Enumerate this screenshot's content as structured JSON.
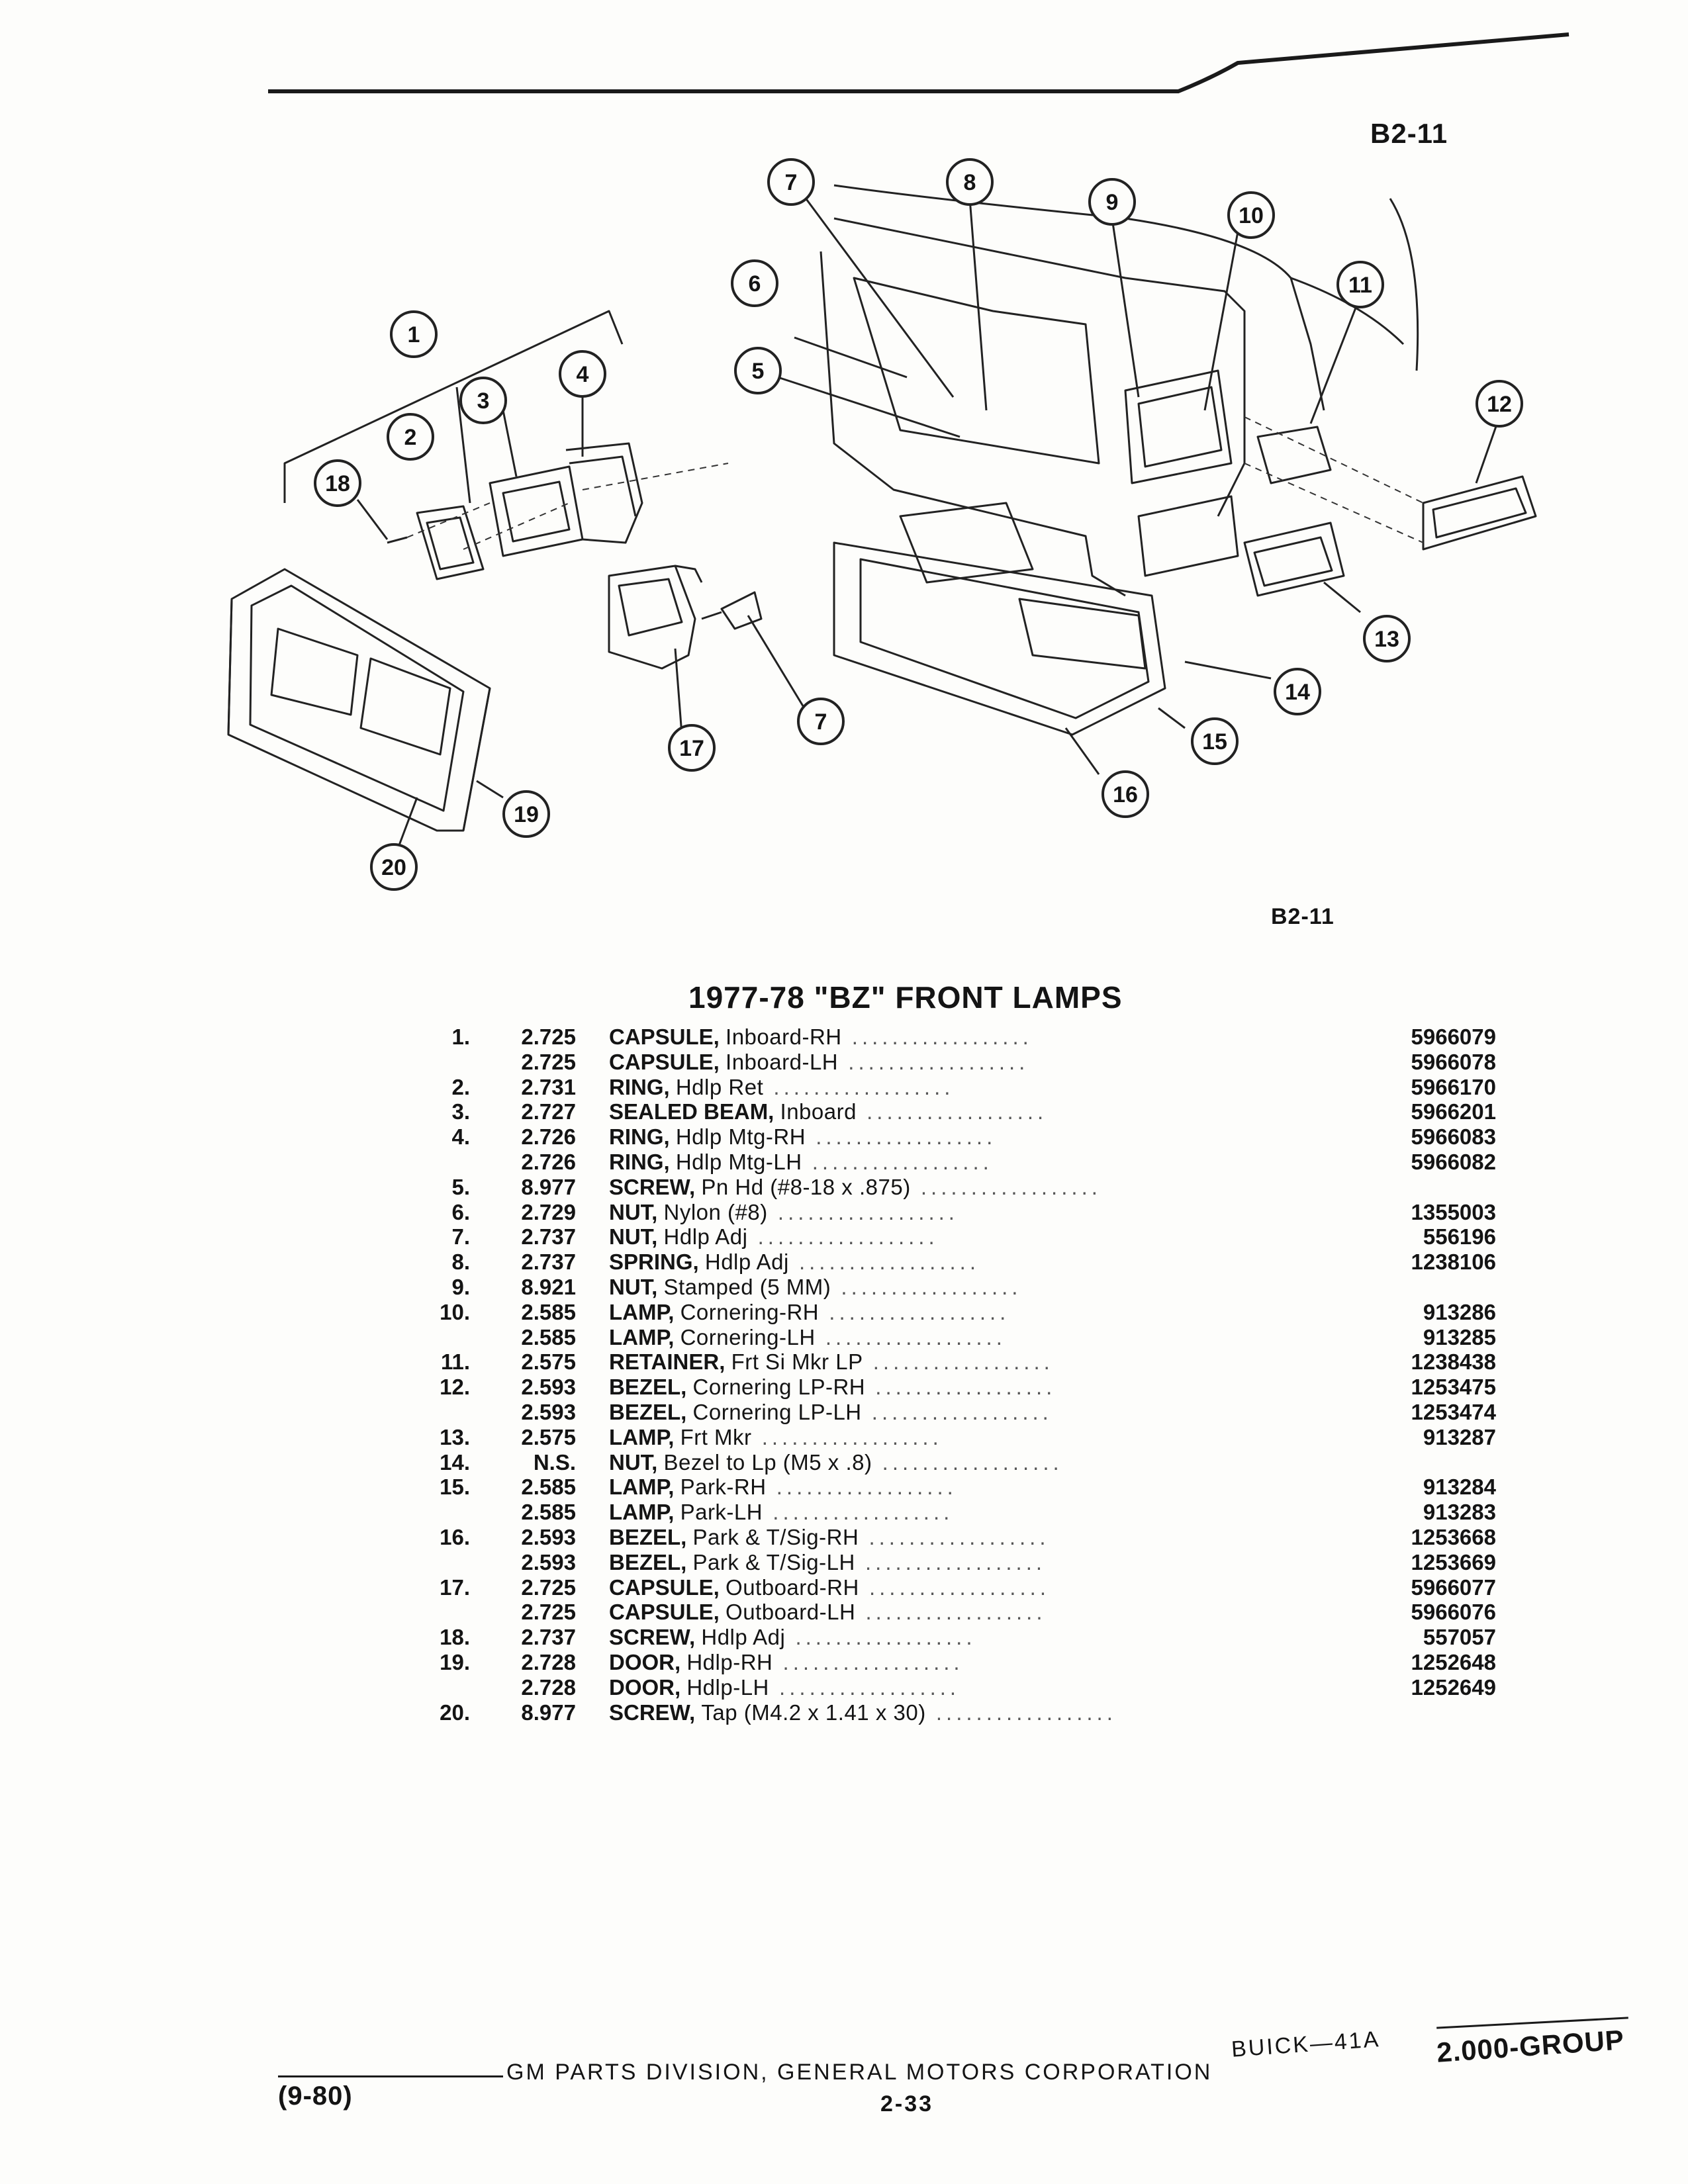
{
  "figure_ref_top": "B2-11",
  "figure_ref_bottom": "B2-11",
  "callouts": [
    "1",
    "2",
    "3",
    "4",
    "5",
    "6",
    "7",
    "8",
    "9",
    "10",
    "11",
    "12",
    "13",
    "14",
    "15",
    "16",
    "17",
    "18",
    "19",
    "20",
    "7"
  ],
  "section_title": "1977-78 \"BZ\" FRONT LAMPS",
  "parts": [
    {
      "num": "1.",
      "price": "2.725",
      "name": "CAPSULE,",
      "desc": "Inboard-RH",
      "pn": "5966079"
    },
    {
      "num": "",
      "price": "2.725",
      "name": "CAPSULE,",
      "desc": "Inboard-LH",
      "pn": "5966078"
    },
    {
      "num": "2.",
      "price": "2.731",
      "name": "RING,",
      "desc": "Hdlp Ret",
      "pn": "5966170"
    },
    {
      "num": "3.",
      "price": "2.727",
      "name": "SEALED BEAM,",
      "desc": "Inboard",
      "pn": "5966201"
    },
    {
      "num": "4.",
      "price": "2.726",
      "name": "RING,",
      "desc": "Hdlp Mtg-RH",
      "pn": "5966083"
    },
    {
      "num": "",
      "price": "2.726",
      "name": "RING,",
      "desc": "Hdlp Mtg-LH",
      "pn": "5966082"
    },
    {
      "num": "5.",
      "price": "8.977",
      "name": "SCREW,",
      "desc": "Pn Hd (#8-18 x .875)",
      "pn": ""
    },
    {
      "num": "6.",
      "price": "2.729",
      "name": "NUT,",
      "desc": "Nylon (#8)",
      "pn": "1355003"
    },
    {
      "num": "7.",
      "price": "2.737",
      "name": "NUT,",
      "desc": "Hdlp Adj",
      "pn": "556196"
    },
    {
      "num": "8.",
      "price": "2.737",
      "name": "SPRING,",
      "desc": "Hdlp Adj",
      "pn": "1238106"
    },
    {
      "num": "9.",
      "price": "8.921",
      "name": "NUT,",
      "desc": "Stamped (5 MM)",
      "pn": ""
    },
    {
      "num": "10.",
      "price": "2.585",
      "name": "LAMP,",
      "desc": "Cornering-RH",
      "pn": "913286"
    },
    {
      "num": "",
      "price": "2.585",
      "name": "LAMP,",
      "desc": "Cornering-LH",
      "pn": "913285"
    },
    {
      "num": "11.",
      "price": "2.575",
      "name": "RETAINER,",
      "desc": "Frt Si Mkr LP",
      "pn": "1238438"
    },
    {
      "num": "12.",
      "price": "2.593",
      "name": "BEZEL,",
      "desc": "Cornering LP-RH",
      "pn": "1253475"
    },
    {
      "num": "",
      "price": "2.593",
      "name": "BEZEL,",
      "desc": "Cornering LP-LH",
      "pn": "1253474"
    },
    {
      "num": "13.",
      "price": "2.575",
      "name": "LAMP,",
      "desc": "Frt Mkr",
      "pn": "913287"
    },
    {
      "num": "14.",
      "price": "N.S.",
      "name": "NUT,",
      "desc": "Bezel to Lp (M5 x .8)",
      "pn": ""
    },
    {
      "num": "15.",
      "price": "2.585",
      "name": "LAMP,",
      "desc": "Park-RH",
      "pn": "913284"
    },
    {
      "num": "",
      "price": "2.585",
      "name": "LAMP,",
      "desc": "Park-LH",
      "pn": "913283"
    },
    {
      "num": "16.",
      "price": "2.593",
      "name": "BEZEL,",
      "desc": "Park & T/Sig-RH",
      "pn": "1253668"
    },
    {
      "num": "",
      "price": "2.593",
      "name": "BEZEL,",
      "desc": "Park & T/Sig-LH",
      "pn": "1253669"
    },
    {
      "num": "17.",
      "price": "2.725",
      "name": "CAPSULE,",
      "desc": "Outboard-RH",
      "pn": "5966077"
    },
    {
      "num": "",
      "price": "2.725",
      "name": "CAPSULE,",
      "desc": "Outboard-LH",
      "pn": "5966076"
    },
    {
      "num": "18.",
      "price": "2.737",
      "name": "SCREW,",
      "desc": "Hdlp Adj",
      "pn": "557057"
    },
    {
      "num": "19.",
      "price": "2.728",
      "name": "DOOR,",
      "desc": "Hdlp-RH",
      "pn": "1252648"
    },
    {
      "num": "",
      "price": "2.728",
      "name": "DOOR,",
      "desc": "Hdlp-LH",
      "pn": "1252649"
    },
    {
      "num": "20.",
      "price": "8.977",
      "name": "SCREW,",
      "desc": "Tap (M4.2 x 1.41 x 30)",
      "pn": ""
    }
  ],
  "footer": {
    "division": "GM PARTS DIVISION, GENERAL MOTORS CORPORATION",
    "page": "2-33",
    "date": "(9-80)",
    "make": "BUICK—41A",
    "group": "2.000-GROUP"
  }
}
